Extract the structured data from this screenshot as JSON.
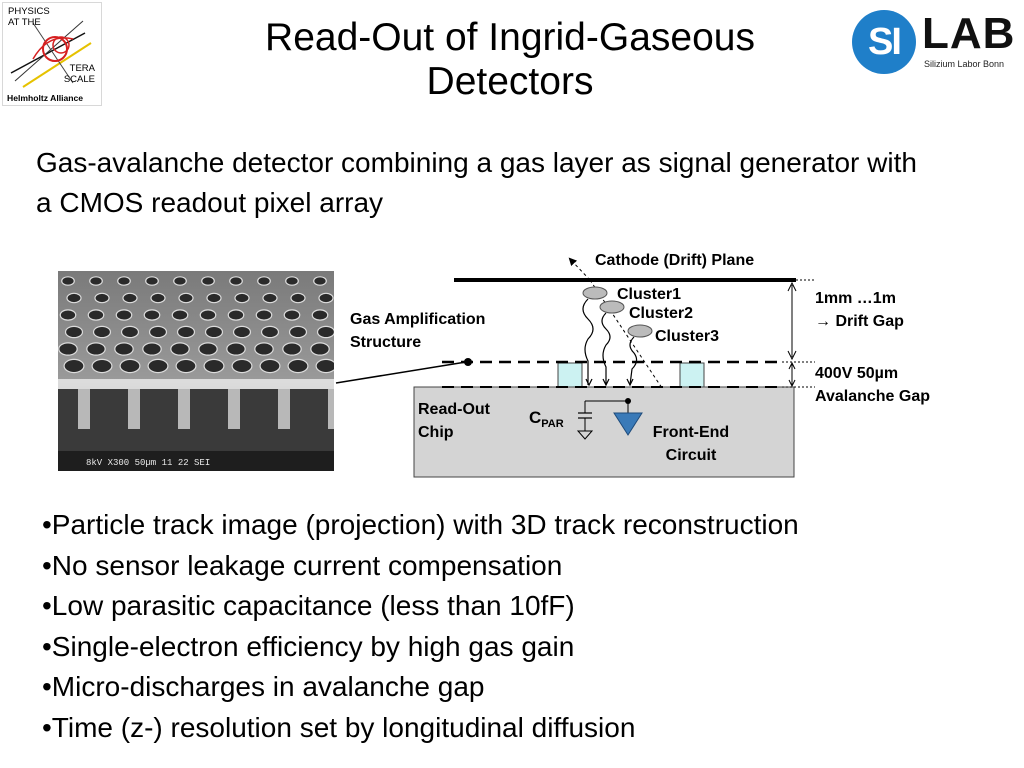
{
  "title": {
    "line1": "Read-Out of Ingrid-Gaseous",
    "line2": "Detectors"
  },
  "logos": {
    "terascale": {
      "line1": "PHYSICS",
      "line2": "AT THE",
      "line3": "TERA",
      "line4": "SCALE",
      "line5": "Helmholtz Alliance"
    },
    "silab": {
      "si": "SI",
      "lab": "LAB",
      "subtitle": "Silizium Labor Bonn",
      "color": "#1f7fc9"
    }
  },
  "intro": "Gas-avalanche detector combining a gas layer as signal generator with a CMOS readout pixel array",
  "sem_image": {
    "caption": "8kV    X300    50µm       11 22 SEI"
  },
  "diagram": {
    "cathode_label": "Cathode (Drift) Plane",
    "clusters": [
      "Cluster1",
      "Cluster2",
      "Cluster3"
    ],
    "drift_gap_line1": "1mm …1m",
    "drift_gap_line2": "→ Drift Gap",
    "avalanche_line1": "400V 50µm",
    "avalanche_line2": "Avalanche Gap",
    "gas_amp_line1": "Gas  Amplification",
    "gas_amp_line2": "Structure",
    "readout_line1": "Read-Out",
    "readout_line2": "Chip",
    "cpar_main": "C",
    "cpar_sub": "PAR",
    "frontend_line1": "Front-End",
    "frontend_line2": "Circuit",
    "colors": {
      "chip_fill": "#d4d4d4",
      "pillar_fill": "#ccf2f2",
      "frontend_fill": "#3a7ab8"
    }
  },
  "bullets": [
    "•Particle track image (projection) with 3D track reconstruction",
    "•No sensor leakage current compensation",
    "•Low parasitic capacitance (less than 10fF)",
    "•Single-electron efficiency by high gas gain",
    "•Micro-discharges in avalanche gap",
    "•Time (z-) resolution set by longitudinal diffusion"
  ]
}
